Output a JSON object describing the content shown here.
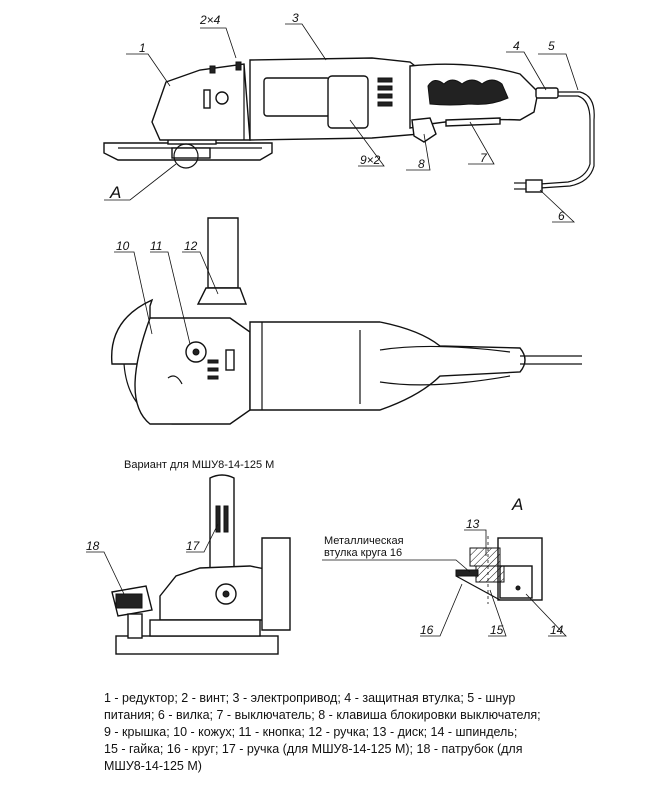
{
  "labels": {
    "l1": "1",
    "l2x4": "2×4",
    "l3": "3",
    "l4": "4",
    "l5": "5",
    "l6": "6",
    "l7": "7",
    "l8": "8",
    "l9x2": "9×2",
    "l10": "10",
    "l11": "11",
    "l12": "12",
    "l13": "13",
    "l14": "14",
    "l15": "15",
    "l16": "16",
    "l17": "17",
    "l18": "18",
    "lA1": "А",
    "lA2": "А"
  },
  "variant_caption": "Вариант для МШУ8-14-125 М",
  "detail_caption_line1": "Металлическая",
  "detail_caption_line2": "втулка круга 16",
  "legend": [
    "1 - редуктор; 2 - винт; 3 - электропривод; 4 - защитная втулка; 5 - шнур",
    "питания; 6 - вилка; 7 - выключатель; 8 - клавиша блокировки выключателя;",
    "9 - крышка; 10 - кожух; 11 - кнопка; 12 - ручка; 13 - диск; 14 - шпиндель;",
    "15 - гайка; 16 - круг; 17 - ручка (для МШУ8-14-125 М); 18 - патрубок (для",
    "МШУ8-14-125 М)"
  ]
}
